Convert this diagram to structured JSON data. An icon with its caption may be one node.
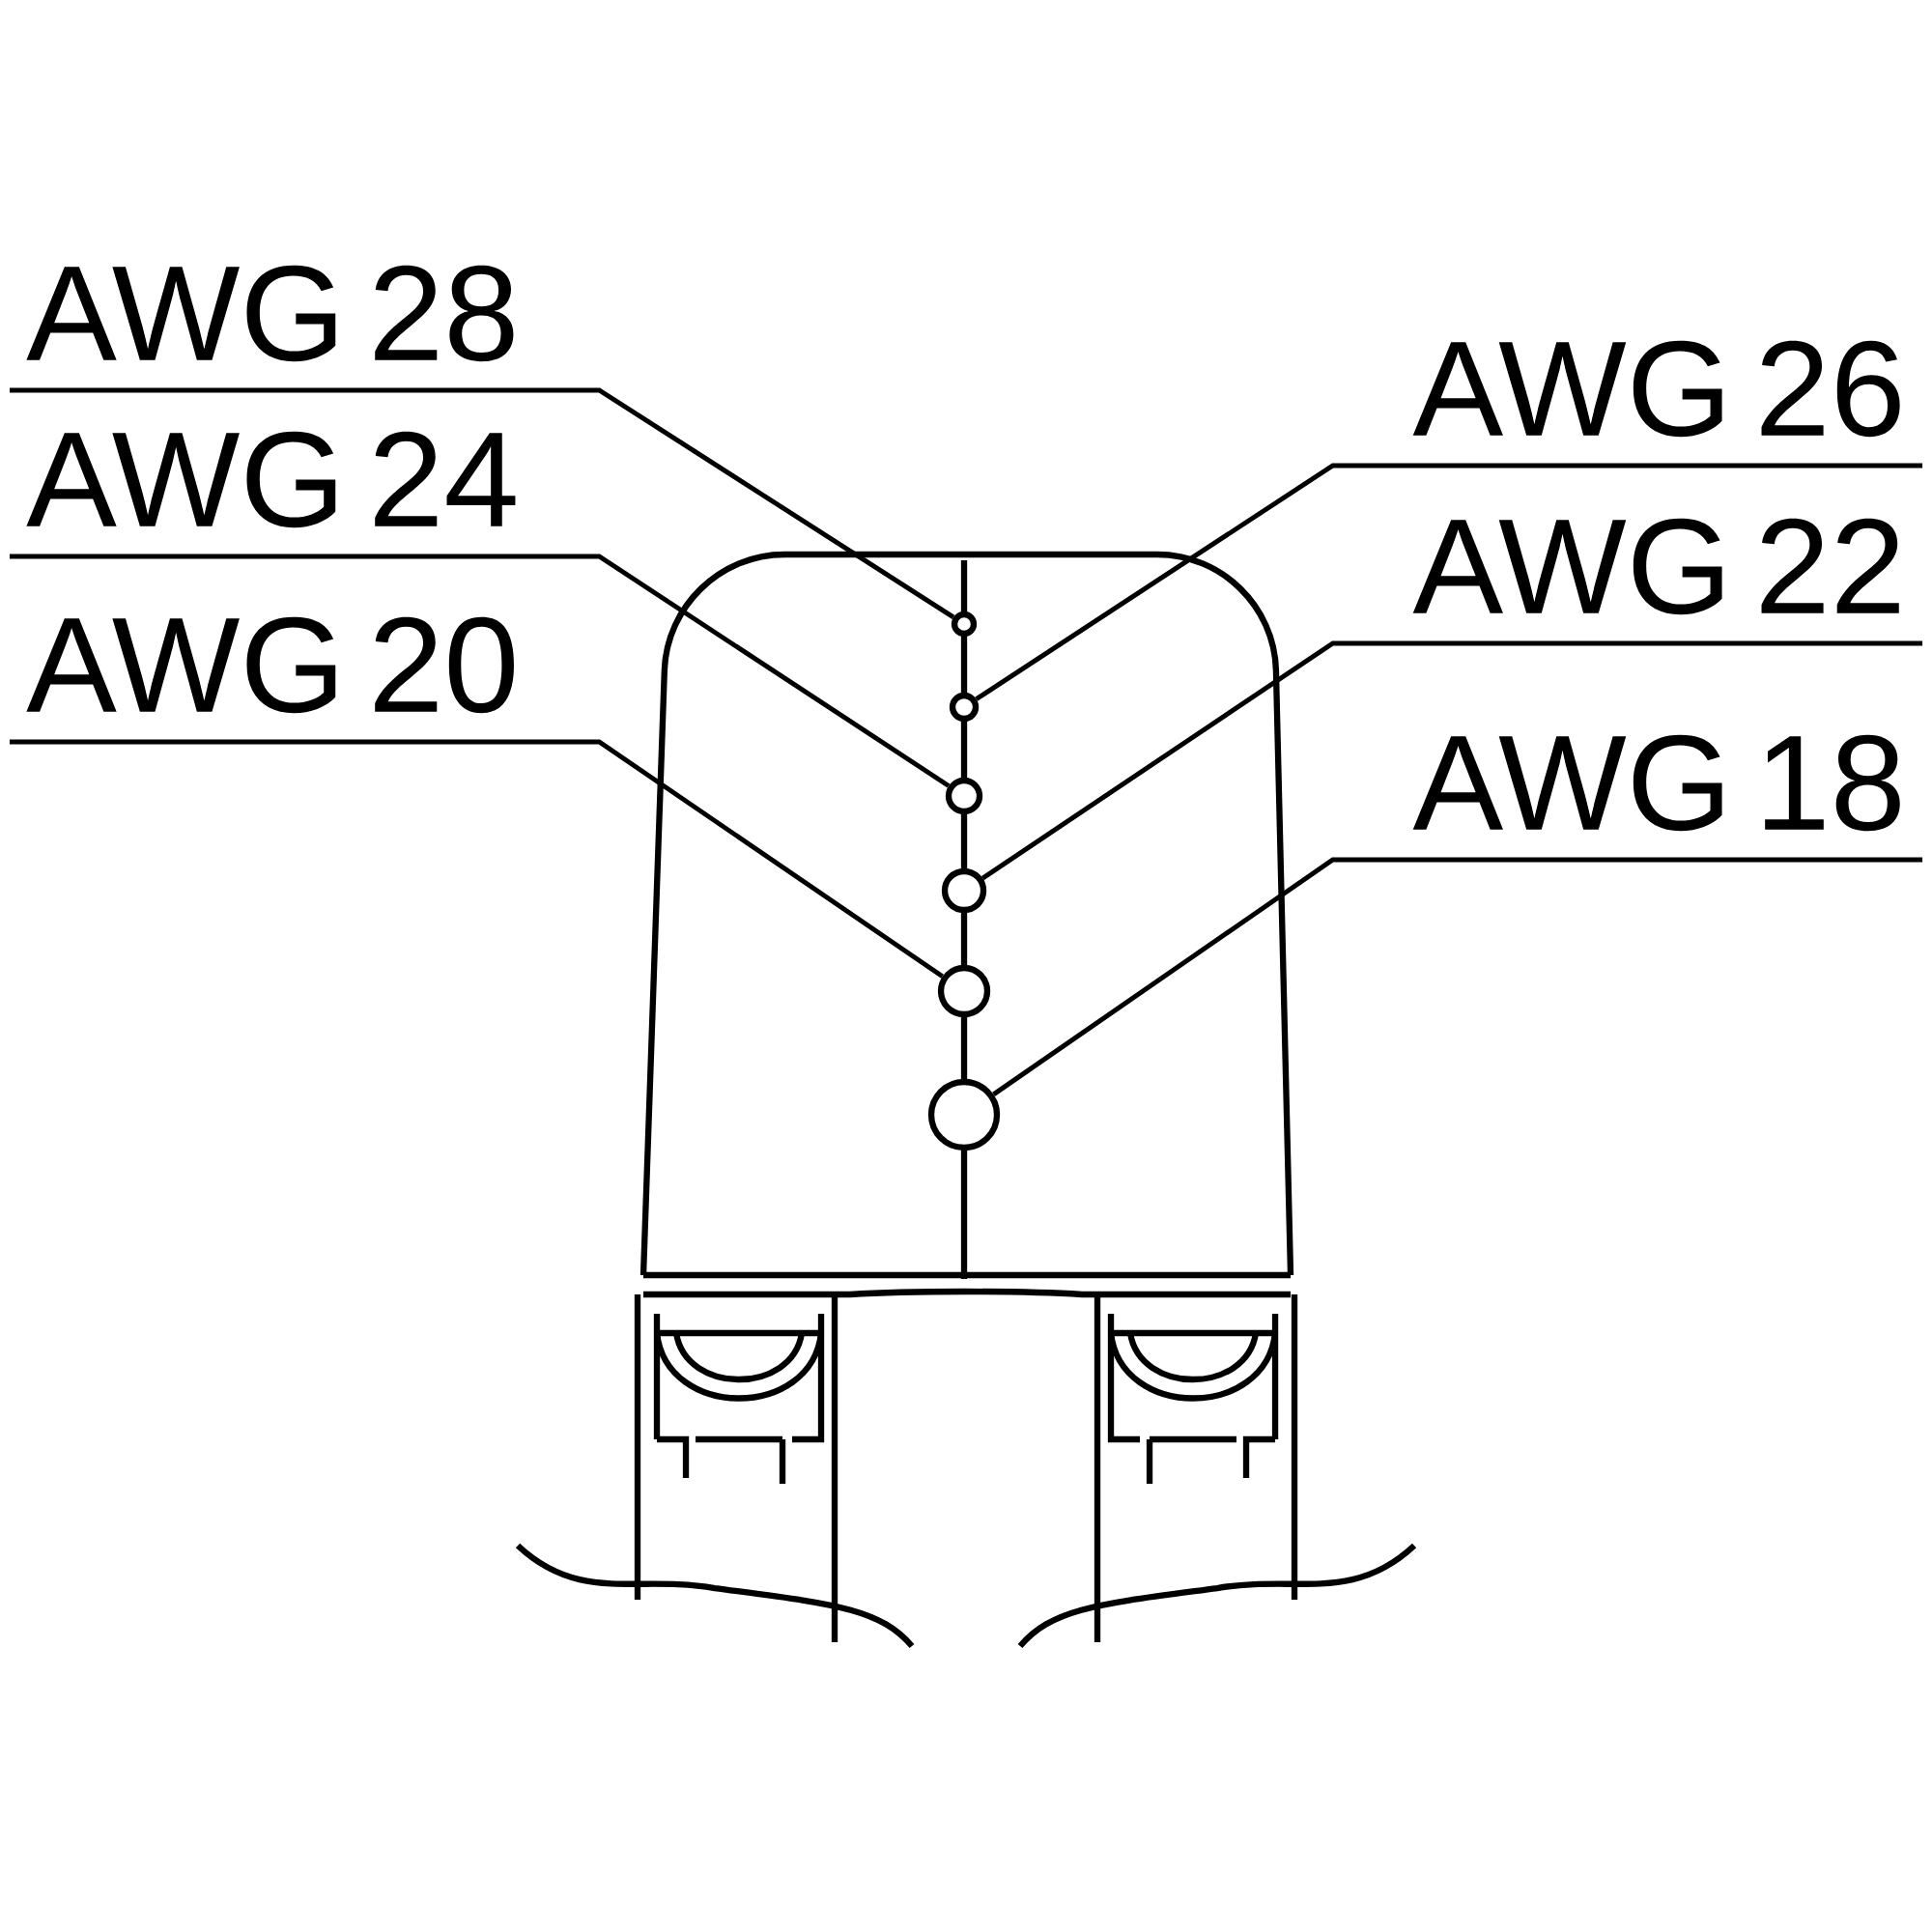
{
  "diagram": {
    "nodes": [
      {
        "text": [
          "AWG 28"
        ]
      },
      {
        "text": [
          "AWG 26"
        ]
      },
      {
        "text": [
          "AWG 24"
        ]
      },
      {
        "text": [
          "AWG 22"
        ]
      },
      {
        "text": [
          "AWG 20"
        ]
      },
      {
        "text": [
          "AWG 18"
        ]
      },
      {
        "text": [],
        "shape": "circle"
      },
      {
        "text": [],
        "shape": "circle"
      },
      {
        "text": [],
        "shape": "circle"
      },
      {
        "text": [],
        "shape": "circle"
      },
      {
        "text": [],
        "shape": "circle"
      },
      {
        "text": [],
        "shape": "circle"
      }
    ],
    "edges": [
      {
        "from": 0,
        "to": 6,
        "arrow": "none"
      },
      {
        "from": 1,
        "to": 7,
        "arrow": "none"
      },
      {
        "from": 2,
        "to": 8,
        "arrow": "none"
      },
      {
        "from": 3,
        "to": 9,
        "arrow": "none"
      },
      {
        "from": 4,
        "to": 10,
        "arrow": "none"
      },
      {
        "from": 5,
        "to": 11,
        "arrow": "none"
      }
    ]
  }
}
